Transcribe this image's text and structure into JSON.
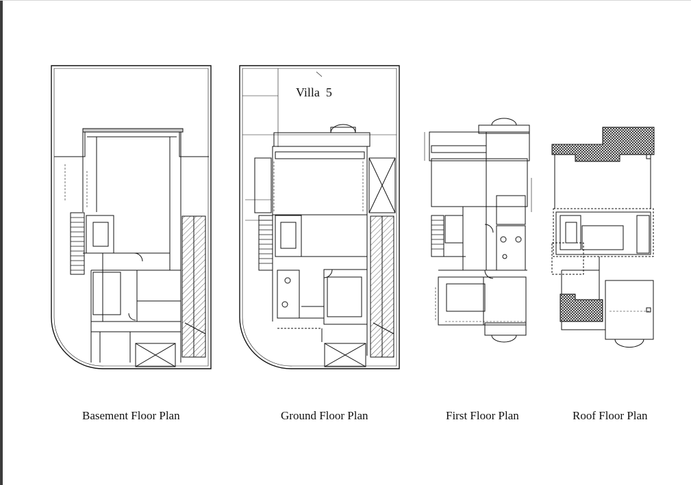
{
  "title": "Villa  5",
  "plans": [
    {
      "caption": "Basement Floor Plan"
    },
    {
      "caption": "Ground Floor Plan"
    },
    {
      "caption": "First Floor Plan"
    },
    {
      "caption": "Roof Floor Plan"
    }
  ],
  "colors": {
    "line": "#111111",
    "hatch": "#555555",
    "edge": "#3c3c3c"
  }
}
